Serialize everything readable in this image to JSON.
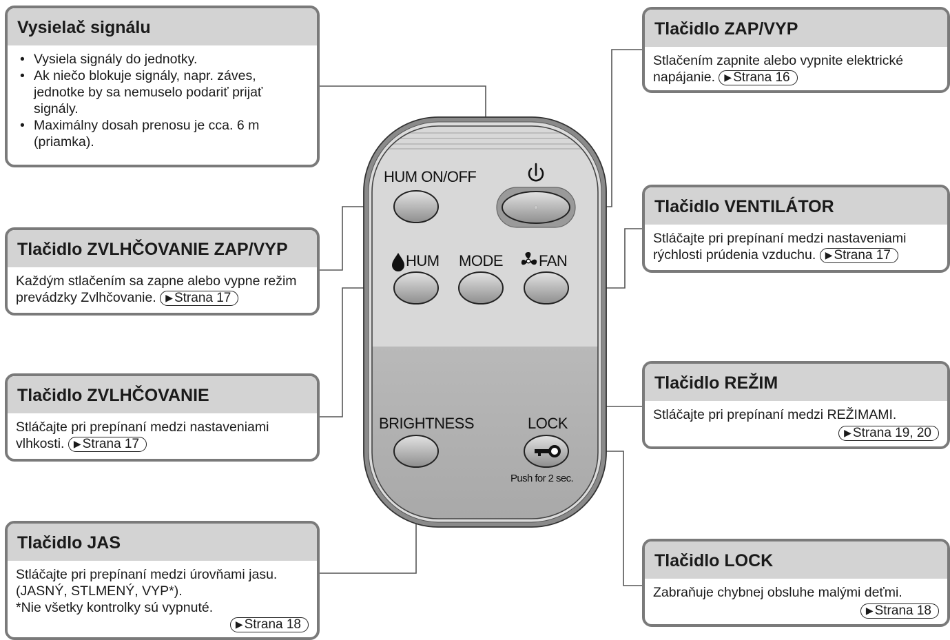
{
  "boxes": {
    "transmitter": {
      "title": "Vysielač signálu",
      "bullets": [
        "Vysiela signály do jednotky.",
        "Ak niečo blokuje signály, napr. záves, jednotke by sa nemuselo podariť prijať signály.",
        "Maximálny dosah prenosu je cca. 6 m (priamka)."
      ]
    },
    "onoff": {
      "title": "Tlačidlo ZAP/VYP",
      "text": "Stlačením zapnite alebo vypnite elektrické napájanie.",
      "ref": "Strana 16"
    },
    "hum_onoff": {
      "title": "Tlačidlo ZVLHČOVANIE ZAP/VYP",
      "text": "Každým stlačením sa zapne alebo vypne režim prevádzky Zvlhčovanie.",
      "ref": "Strana 17"
    },
    "fan": {
      "title": "Tlačidlo VENTILÁTOR",
      "text": "Stláčajte pri prepínaní medzi nastaveniami rýchlosti prúdenia vzduchu.",
      "ref": "Strana 17"
    },
    "hum": {
      "title": "Tlačidlo ZVLHČOVANIE",
      "text": "Stláčajte pri prepínaní medzi nastaveniami vlhkosti.",
      "ref": "Strana 17"
    },
    "mode": {
      "title": "Tlačidlo REŽIM",
      "text": "Stláčajte pri prepínaní medzi REŽIMAMI.",
      "ref": "Strana 19, 20"
    },
    "brightness": {
      "title": "Tlačidlo JAS",
      "text": "Stláčajte pri prepínaní medzi úrovňami jasu. (JASNÝ, STLMENÝ, VYP*).",
      "note": "*Nie všetky kontrolky sú vypnuté.",
      "ref": "Strana 18"
    },
    "lock": {
      "title": "Tlačidlo LOCK",
      "text": "Zabraňuje chybnej obsluhe malými deťmi.",
      "ref": "Strana 18"
    }
  },
  "remote": {
    "hum_onoff_label": "HUM ON/OFF",
    "hum_label": "HUM",
    "mode_label": "MODE",
    "fan_label": "FAN",
    "brightness_label": "BRIGHTNESS",
    "lock_label": "LOCK",
    "lock_hint": "Push for 2 sec.",
    "icons": [
      "power-icon",
      "water-drop-icon",
      "fan-icon",
      "key-icon"
    ]
  },
  "colors": {
    "box_border": "#7a7a7a",
    "box_header": "#d3d3d3",
    "remote_upper": "#d8d8d8",
    "remote_lower": "#b4b4b4"
  }
}
